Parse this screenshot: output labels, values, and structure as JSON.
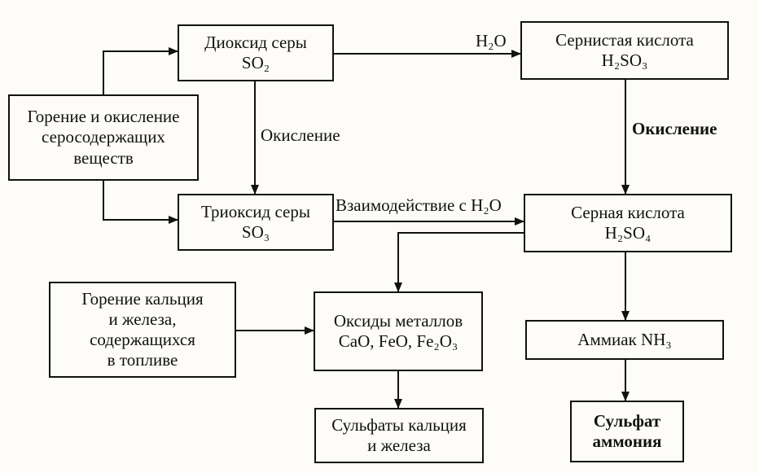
{
  "nodes": {
    "combustion_sulfur": {
      "lines": [
        "Горение и окисление",
        "серосодержащих",
        "веществ"
      ]
    },
    "so2": {
      "lines": [
        "Диоксид серы",
        "SO₂"
      ]
    },
    "sulfurous_acid": {
      "lines": [
        "Сернистая кислота",
        "H₂SO₃"
      ]
    },
    "so3": {
      "lines": [
        "Триоксид серы",
        "SO₃"
      ]
    },
    "sulfuric_acid": {
      "lines": [
        "Серная кислота",
        "H₂SO₄"
      ]
    },
    "combustion_metals": {
      "lines": [
        "Горение кальция",
        "и железа,",
        "содержащихся",
        "в топливе"
      ]
    },
    "metal_oxides": {
      "lines": [
        "Оксиды металлов",
        "CaO, FeO, Fe₂O₃"
      ]
    },
    "ammonia": {
      "lines": [
        "Аммиак NH₃"
      ]
    },
    "sulfates_ca_fe": {
      "lines": [
        "Сульфаты кальция",
        "и железа"
      ]
    },
    "ammonium_sulfate": {
      "lines": [
        "Сульфат",
        "аммония"
      ]
    }
  },
  "edge_labels": {
    "h2o": "H₂O",
    "oxidation_left": "Окисление",
    "oxidation_right": "Окисление",
    "interaction_h2o": "Взаимодействие с H₂O"
  }
}
